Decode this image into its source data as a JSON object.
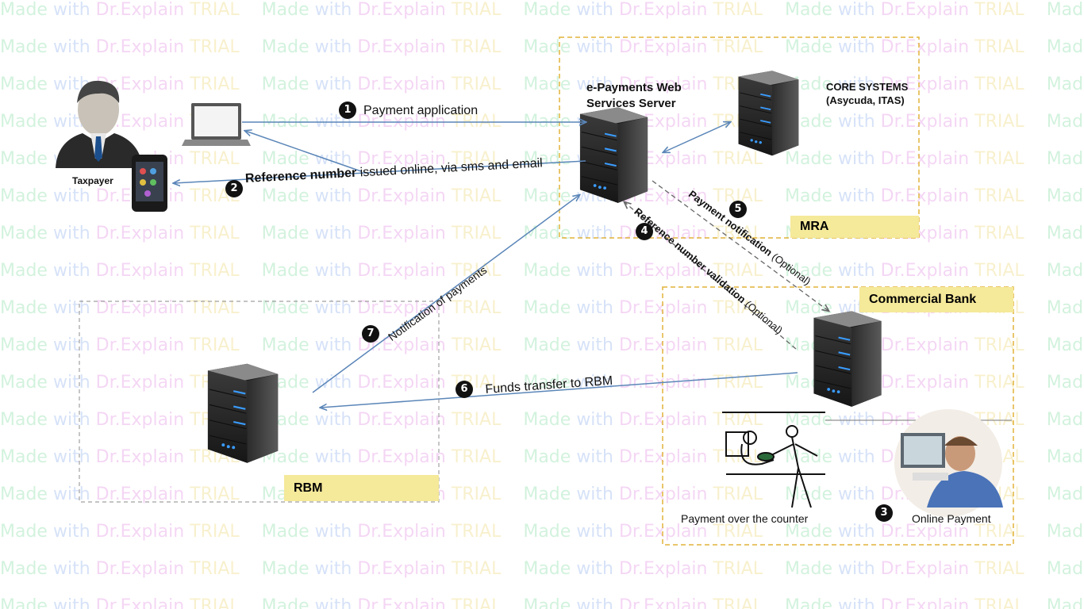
{
  "watermark": {
    "made": "Made",
    "with": "with",
    "product": "Dr.Explain",
    "trial": "TRIAL"
  },
  "nodes": {
    "taxpayer": "Taxpayer",
    "server": [
      "e-Payments Web",
      "Services Server"
    ],
    "core": [
      "CORE SYSTEMS",
      "(Asycuda, ITAS)"
    ]
  },
  "zones": {
    "mra": "MRA",
    "bank": "Commercial Bank",
    "rbm": "RBM"
  },
  "flows": {
    "s1": {
      "num": "1",
      "text": "Payment application"
    },
    "s2": {
      "num": "2",
      "bold": "Reference number",
      "text": " issued online, via sms and email"
    },
    "s3": {
      "num": "3"
    },
    "s4": {
      "num": "4",
      "bold": "Reference number validation",
      "text": " (Optional)"
    },
    "s5": {
      "num": "5",
      "bold": "Payment notification",
      "text": " (Optional)"
    },
    "s6": {
      "num": "6",
      "text": "Funds transfer to RBM"
    },
    "s7": {
      "num": "7",
      "text": "Notification of payments"
    }
  },
  "payments": {
    "counter": "Payment over the counter",
    "online": "Online Payment"
  },
  "colors": {
    "arrow": "#5b86b8",
    "zone_border": "#e2b33a",
    "zone_label": "#f5e99a",
    "server_light": "#3a9cff"
  }
}
